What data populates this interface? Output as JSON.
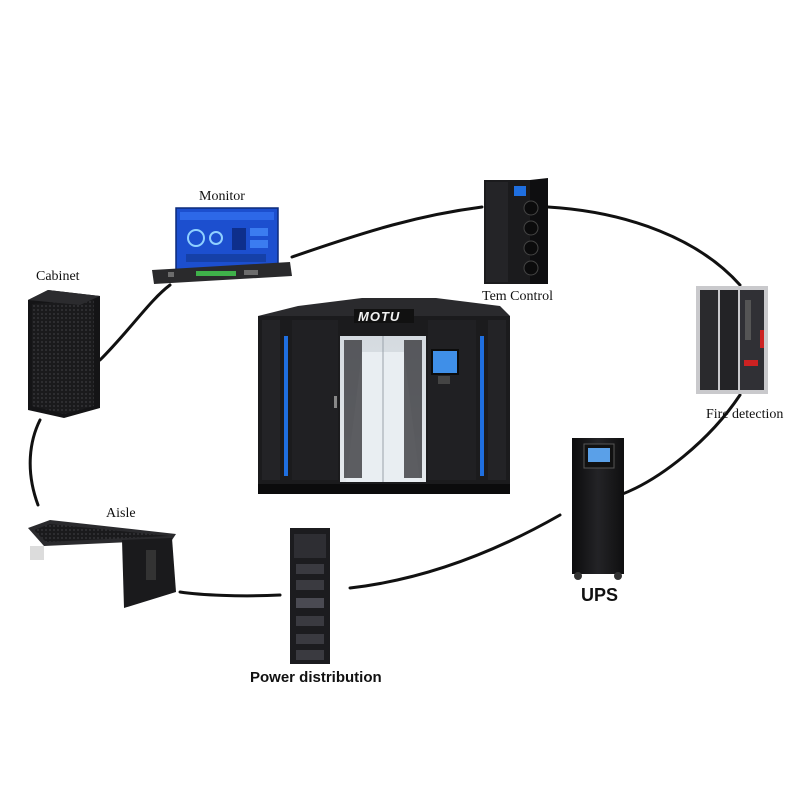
{
  "brand": "MOTU",
  "center": {
    "name": "micro-module-datacenter"
  },
  "components": [
    {
      "key": "monitor",
      "label": "Monitor"
    },
    {
      "key": "cabinet",
      "label": "Cabinet"
    },
    {
      "key": "tem_control",
      "label": "Tem Control"
    },
    {
      "key": "fire_detection",
      "label": "Fire detection"
    },
    {
      "key": "aisle",
      "label": "Aisle"
    },
    {
      "key": "ups",
      "label": "UPS"
    },
    {
      "key": "power_distribution",
      "label": "Power distribution"
    }
  ],
  "colors": {
    "ring": "#111111",
    "cabinet_body": "#1b1b1d",
    "accent_blue": "#1f6fe0",
    "screen_blue": "#1c4fcf"
  }
}
